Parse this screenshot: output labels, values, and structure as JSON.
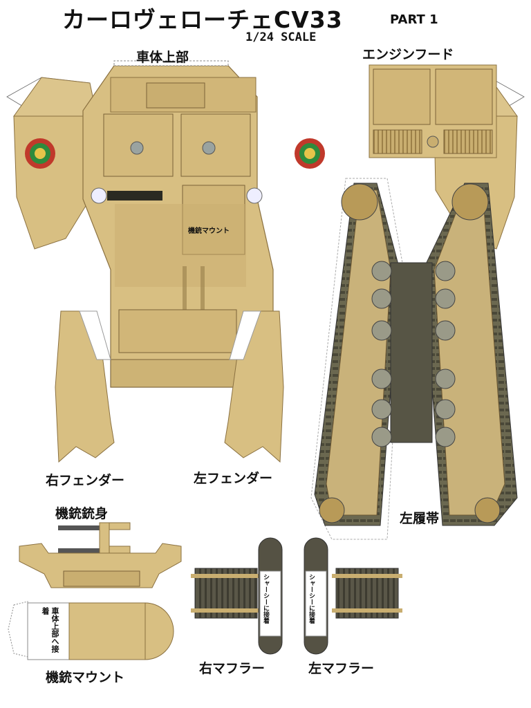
{
  "title": "カーロヴェローチェCV33",
  "part": "PART 1",
  "scale": "1/24 SCALE",
  "labels": {
    "upper_hull": "車体上部",
    "engine_hood": "エンジンフード",
    "mg_mount_inner": "機銃マウント",
    "right_fender": "右フェンダー",
    "left_fender": "左フェンダー",
    "mg_barrel": "機銃銃身",
    "left_track": "左履帯",
    "mg_mount": "機銃マウント",
    "right_muffler": "右マフラー",
    "left_muffler": "左マフラー",
    "glue_upper_hull": "車体上部へ接着",
    "glue_chassis_a": "シャーシーに接着",
    "glue_chassis_b": "シャーシーに接着"
  },
  "colors": {
    "paper_tan": "#d8bf82",
    "paper_tan_dark": "#b89a58",
    "paper_tan_light": "#e6d4a4",
    "track_dark": "#4a4a3a",
    "muffler_dark": "#555244",
    "roundel_red": "#c0392b",
    "roundel_green": "#2e8b3d"
  }
}
